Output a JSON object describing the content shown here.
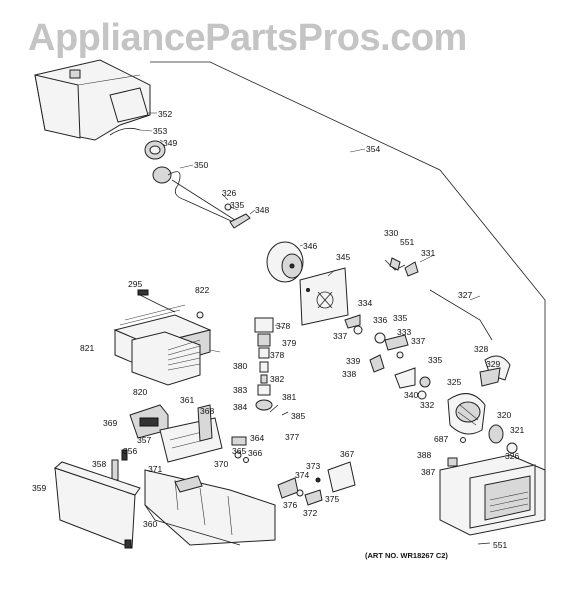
{
  "watermark": "AppliancePartsPros.com",
  "art_number": "(ART NO. WR18267 C2)",
  "callouts": [
    "352",
    "353",
    "349",
    "350",
    "326",
    "335",
    "348",
    "346",
    "354",
    "330",
    "551",
    "331",
    "327",
    "345",
    "295",
    "822",
    "821",
    "820",
    "378",
    "379",
    "378",
    "380",
    "382",
    "383",
    "381",
    "384",
    "385",
    "334",
    "337",
    "336",
    "335",
    "333",
    "337",
    "339",
    "338",
    "340",
    "335",
    "332",
    "325",
    "328",
    "329",
    "320",
    "321",
    "326",
    "687",
    "369",
    "361",
    "368",
    "357",
    "364",
    "377",
    "356",
    "358",
    "365",
    "366",
    "370",
    "371",
    "359",
    "360",
    "373",
    "367",
    "374",
    "375",
    "376",
    "372",
    "388",
    "387",
    "551"
  ]
}
